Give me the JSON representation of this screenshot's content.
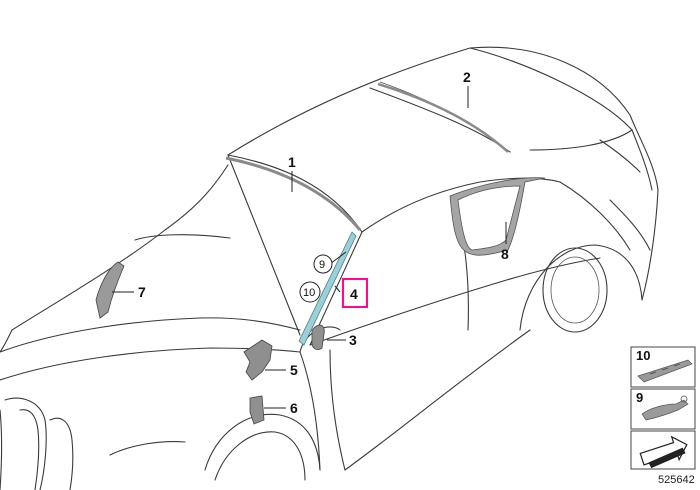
{
  "callouts": {
    "c1": "1",
    "c2": "2",
    "c3": "3",
    "c4": "4",
    "c5": "5",
    "c6": "6",
    "c7": "7",
    "c8": "8",
    "c9": "9",
    "c10": "10"
  },
  "legend": {
    "item10": "10",
    "item9": "9"
  },
  "reference_number": "525642",
  "colors": {
    "highlight": "#e0198c",
    "part_fill": "#9a9a9a",
    "trim_blue": "#9ecfd8",
    "line": "#3a3a3a"
  }
}
